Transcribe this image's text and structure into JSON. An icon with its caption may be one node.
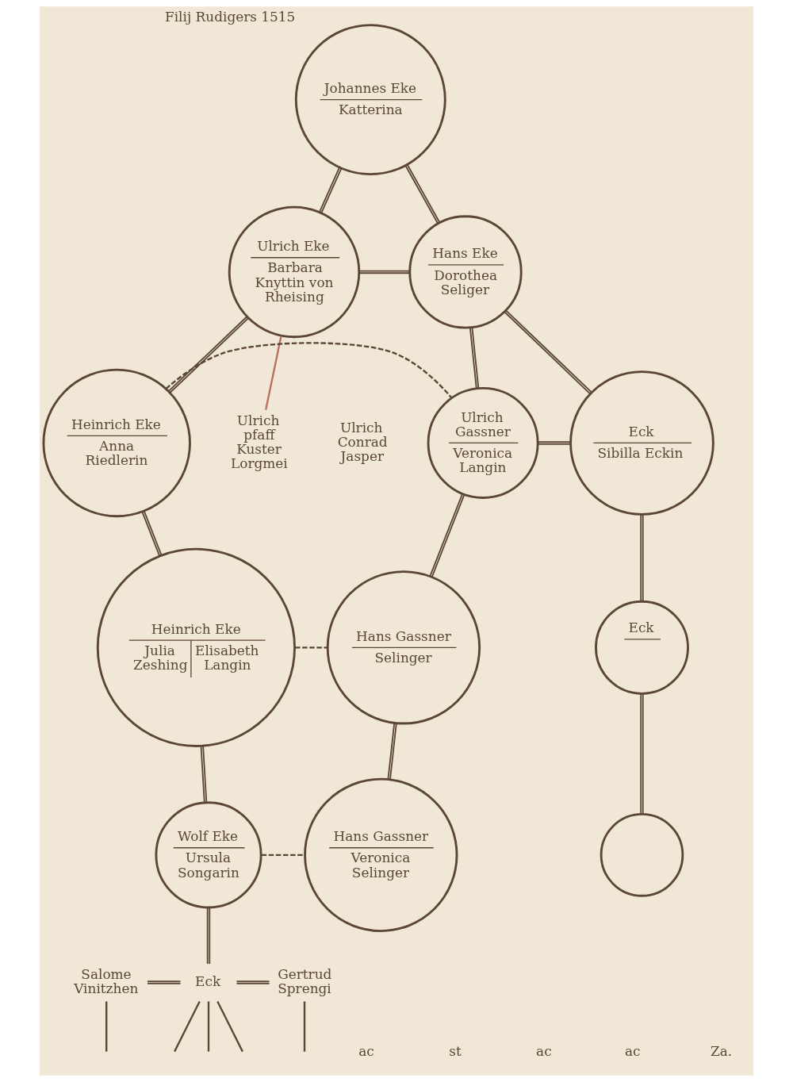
{
  "diagram": {
    "nodes": [
      {
        "text": [
          "Johannes Eke",
          "Katterina"
        ],
        "beside": [
          "Filij Rudigers 1515"
        ]
      },
      {
        "text": [
          "Ulrich Eke",
          "Barbara Knyttin von Rheising"
        ]
      },
      {
        "text": [
          "Hans Eke",
          "Dorothea Seliger"
        ]
      },
      {
        "text": [
          "Ulrich pfaff Kuster Lorgmei"
        ]
      },
      {
        "text": [
          "Heinrich Eke",
          "Anna Riedlerin"
        ]
      },
      {
        "text": [
          "Ulrich Gassner",
          "Veronica Langin"
        ],
        "beside": [
          "Ulrich Conrad Jasper"
        ]
      },
      {
        "text": [
          "Eck",
          "Sibilla Eckin"
        ]
      },
      {
        "text": [
          "Heinrich Eke",
          "Julia Zeshing",
          "Elisabeth Langin"
        ]
      },
      {
        "text": [
          "Hans Gassner",
          "Selinger"
        ]
      },
      {
        "text": [
          "Eck"
        ]
      },
      {
        "text": [
          "Wolf Eke",
          "Ursula Songarin"
        ]
      },
      {
        "text": [
          "Hans Gassner",
          "Veronica Selinger"
        ]
      },
      {
        "text": [],
        "shape": "circle"
      },
      {
        "text": [
          "Salome Vinitzhen"
        ]
      },
      {
        "text": [
          "Eck"
        ]
      },
      {
        "text": [
          "Gertrud Sprengi"
        ]
      }
    ],
    "edges": [
      {
        "from": 0,
        "to": 1,
        "arrow": "none"
      },
      {
        "from": 0,
        "to": 2,
        "arrow": "none"
      },
      {
        "from": 1,
        "to": 2,
        "arrow": "none"
      },
      {
        "from": 1,
        "to": 3,
        "arrow": "none",
        "color": "#b5705f"
      },
      {
        "from": 1,
        "to": 4,
        "arrow": "none"
      },
      {
        "from": 2,
        "to": 5,
        "arrow": "none"
      },
      {
        "from": 2,
        "to": 6,
        "arrow": "none"
      },
      {
        "from": 5,
        "to": 6,
        "arrow": "none"
      },
      {
        "from": 4,
        "to": 5,
        "arrow": "none",
        "style": "dashed"
      },
      {
        "from": 4,
        "to": 7,
        "arrow": "none"
      },
      {
        "from": 5,
        "to": 8,
        "arrow": "none"
      },
      {
        "from": 6,
        "to": 9,
        "arrow": "none"
      },
      {
        "from": 7,
        "to": 8,
        "arrow": "none",
        "style": "dashed"
      },
      {
        "from": 7,
        "to": 10,
        "arrow": "none"
      },
      {
        "from": 8,
        "to": 11,
        "arrow": "none"
      },
      {
        "from": 9,
        "to": 12,
        "arrow": "none"
      },
      {
        "from": 10,
        "to": 11,
        "arrow": "none",
        "style": "dashed"
      },
      {
        "from": 10,
        "to": 14,
        "arrow": "none"
      },
      {
        "from": 13,
        "to": 14,
        "arrow": "none"
      },
      {
        "from": 14,
        "to": 15,
        "arrow": "none"
      },
      {
        "from": 13,
        "to": null,
        "arrow": "none"
      },
      {
        "from": 14,
        "to": null,
        "arrow": "none"
      },
      {
        "from": 14,
        "to": null,
        "arrow": "none"
      },
      {
        "from": 14,
        "to": null,
        "arrow": "none"
      },
      {
        "from": 15,
        "to": null,
        "arrow": "none"
      }
    ],
    "labels": [
      "ac",
      "st",
      "ac",
      "ac",
      "Za."
    ]
  }
}
